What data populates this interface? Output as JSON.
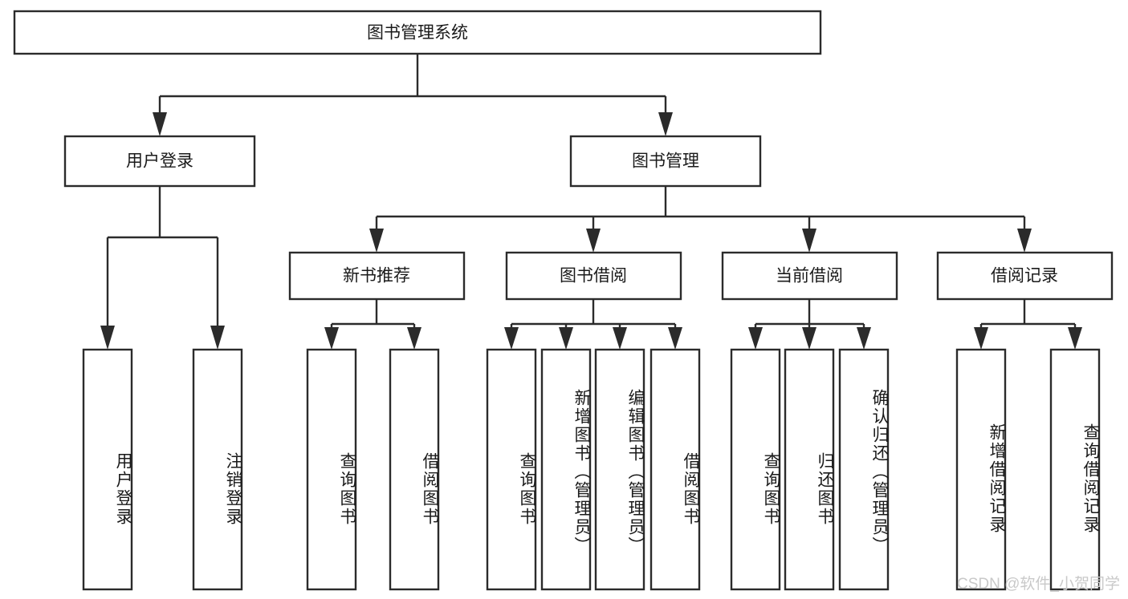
{
  "diagram": {
    "title": "图书管理系统",
    "type": "tree",
    "orientation": "top-down",
    "watermark": "CSDN @软件_小贺同学",
    "colors": {
      "box_stroke": "#2b2b2b",
      "box_fill": "#ffffff",
      "text": "#1a1a1a",
      "background": "#ffffff",
      "watermark": "#c9c9c9"
    },
    "root": {
      "id": "root",
      "label": "图书管理系统"
    },
    "level2": [
      {
        "id": "user-login",
        "label": "用户登录"
      },
      {
        "id": "book-manage",
        "label": "图书管理"
      }
    ],
    "level3": [
      {
        "id": "new-book-recommend",
        "label": "新书推荐",
        "parent": "book-manage"
      },
      {
        "id": "book-borrow",
        "label": "图书借阅",
        "parent": "book-manage"
      },
      {
        "id": "current-borrow",
        "label": "当前借阅",
        "parent": "book-manage"
      },
      {
        "id": "borrow-record",
        "label": "借阅记录",
        "parent": "book-manage"
      }
    ],
    "leaves": [
      {
        "id": "leaf-user-login",
        "label": "用户登录",
        "parent": "user-login"
      },
      {
        "id": "leaf-logout-login",
        "label": "注销登录",
        "parent": "user-login"
      },
      {
        "id": "leaf-query-book-1",
        "label": "查询图书",
        "parent": "new-book-recommend"
      },
      {
        "id": "leaf-borrow-book-1",
        "label": "借阅图书",
        "parent": "new-book-recommend"
      },
      {
        "id": "leaf-query-book-2",
        "label": "查询图书",
        "parent": "book-borrow"
      },
      {
        "id": "leaf-add-book",
        "label": "新增图书（管理员）",
        "parent": "book-borrow"
      },
      {
        "id": "leaf-edit-book",
        "label": "编辑图书（管理员）",
        "parent": "book-borrow"
      },
      {
        "id": "leaf-borrow-book-2",
        "label": "借阅图书",
        "parent": "book-borrow"
      },
      {
        "id": "leaf-query-book-3",
        "label": "查询图书",
        "parent": "current-borrow"
      },
      {
        "id": "leaf-return-book",
        "label": "归还图书",
        "parent": "current-borrow"
      },
      {
        "id": "leaf-confirm-return",
        "label": "确认归还（管理员）",
        "parent": "current-borrow"
      },
      {
        "id": "leaf-add-record",
        "label": "新增借阅记录",
        "parent": "borrow-record"
      },
      {
        "id": "leaf-query-record",
        "label": "查询借阅记录",
        "parent": "borrow-record"
      }
    ]
  }
}
